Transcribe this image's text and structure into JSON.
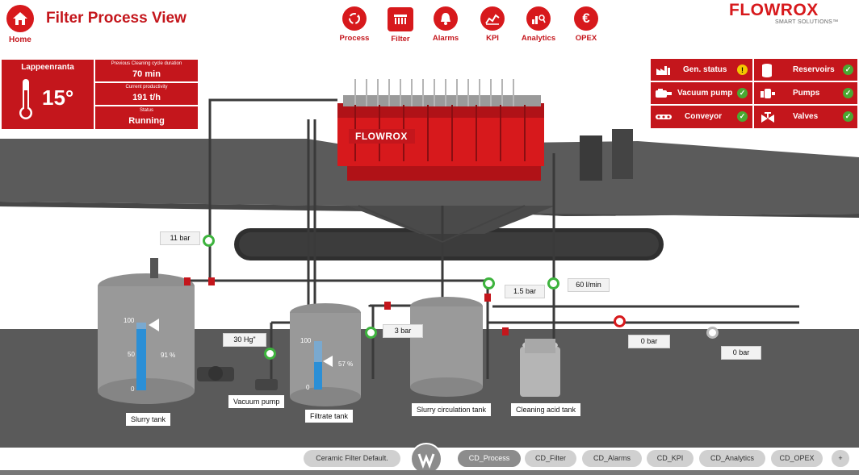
{
  "header": {
    "home_label": "Home",
    "title": "Filter Process View",
    "logo_text": "FLOWROX",
    "logo_sub": "SMART SOLUTIONS™"
  },
  "nav": {
    "items": [
      {
        "label": "Process",
        "icon": "process-cycle-icon"
      },
      {
        "label": "Filter",
        "icon": "filter-icon"
      },
      {
        "label": "Alarms",
        "icon": "alarm-bell-icon"
      },
      {
        "label": "KPI",
        "icon": "kpi-chart-icon"
      },
      {
        "label": "Analytics",
        "icon": "analytics-icon"
      },
      {
        "label": "OPEX",
        "icon": "euro-icon"
      }
    ]
  },
  "site": {
    "location": "Lappeenranta",
    "temperature": "15°",
    "stats": [
      {
        "label": "Previous Cleaning cycle duration",
        "value": "70 min"
      },
      {
        "label": "Current productivity",
        "value": "191 t/h"
      },
      {
        "label": "Status",
        "value": "Running"
      }
    ]
  },
  "status_panel": {
    "left": [
      {
        "name": "Gen. status",
        "state": "warn",
        "icon": "factory-icon"
      },
      {
        "name": "Vacuum pump",
        "state": "ok",
        "icon": "pump-icon"
      },
      {
        "name": "Conveyor",
        "state": "ok",
        "icon": "conveyor-icon"
      }
    ],
    "right": [
      {
        "name": "Reservoirs",
        "state": "ok",
        "icon": "reservoir-icon"
      },
      {
        "name": "Pumps",
        "state": "ok",
        "icon": "pump-icon"
      },
      {
        "name": "Valves",
        "state": "ok",
        "icon": "valve-icon"
      }
    ],
    "warn_symbol": "!",
    "ok_symbol": "✓"
  },
  "equipment": {
    "filter_brand": "FLOWROX"
  },
  "readings": {
    "p1": "11 bar",
    "p2": "1.5 bar",
    "flow": "60 l/min",
    "p3": "3 bar",
    "vac": "30 Hg\"",
    "p4": "0 bar",
    "p5": "0 bar"
  },
  "tanks": {
    "slurry": {
      "label": "Slurry tank",
      "level": 91,
      "level_text": "91 %",
      "scale": [
        "100",
        "50",
        "0"
      ]
    },
    "filtrate": {
      "label": "Filtrate tank",
      "level": 57,
      "level_text": "57 %",
      "scale": [
        "100",
        "0"
      ]
    },
    "circulation": {
      "label": "Slurry circulation tank"
    },
    "acid": {
      "label": "Cleaning acid tank"
    },
    "vacuum_pump": {
      "label": "Vacuum pump"
    }
  },
  "tabs": {
    "items": [
      "Ceramic Filter Default.",
      "CD_Process",
      "CD_Filter",
      "CD_Alarms",
      "CD_KPI",
      "CD_Analytics",
      "CD_OPEX",
      "+"
    ],
    "active": "CD_Process"
  },
  "colors": {
    "brand_red": "#d7191c",
    "ok_green": "#4aa832",
    "warn_yellow": "#f3c700",
    "level_blue": "#2b8fd6"
  }
}
